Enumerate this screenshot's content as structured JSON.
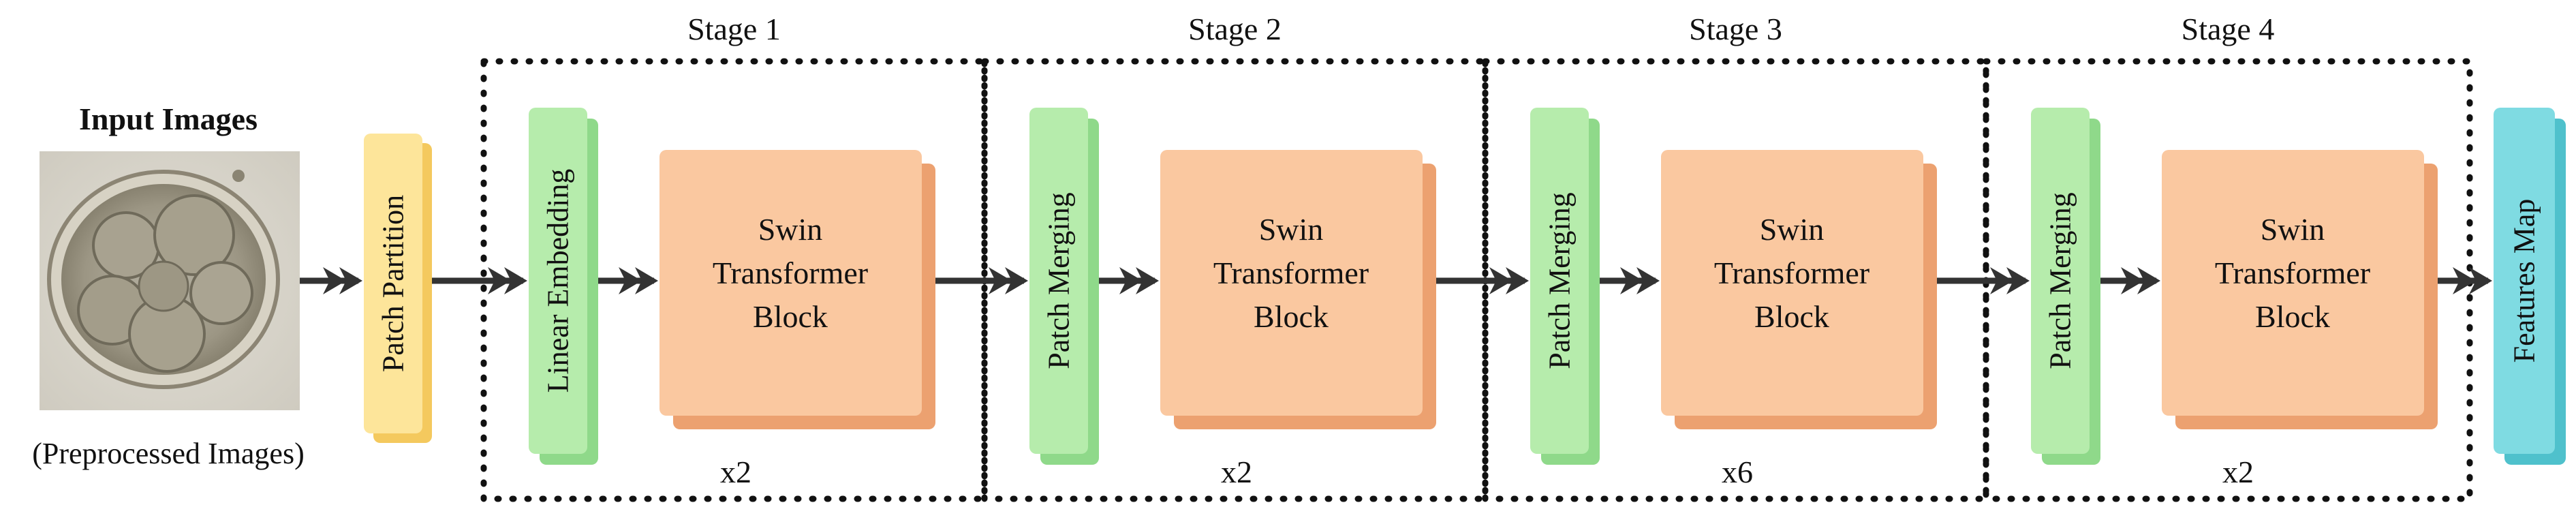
{
  "input": {
    "title": "Input Images",
    "caption": "(Preprocessed Images)",
    "image_icon": "embryo-micrograph"
  },
  "patch_partition": {
    "label": "Patch Partition"
  },
  "stages": [
    {
      "title": "Stage 1",
      "entry_label": "Linear Embedding",
      "block_lines": [
        "Swin",
        "Transformer",
        "Block"
      ],
      "repeat": "x2"
    },
    {
      "title": "Stage 2",
      "entry_label": "Patch Merging",
      "block_lines": [
        "Swin",
        "Transformer",
        "Block"
      ],
      "repeat": "x2"
    },
    {
      "title": "Stage 3",
      "entry_label": "Patch Merging",
      "block_lines": [
        "Swin",
        "Transformer",
        "Block"
      ],
      "repeat": "x6"
    },
    {
      "title": "Stage 4",
      "entry_label": "Patch Merging",
      "block_lines": [
        "Swin",
        "Transformer",
        "Block"
      ],
      "repeat": "x2"
    }
  ],
  "output": {
    "label": "Features Map"
  },
  "colors": {
    "patch_partition": "#fde59a",
    "patch_partition_shadow": "#f4c95e",
    "embed_merge": "#b6ecac",
    "embed_merge_shadow": "#8fd98a",
    "swin_block": "#fac8a0",
    "swin_block_shadow": "#eca170",
    "features_map": "#7fdbe2",
    "features_map_shadow": "#4fc1cc",
    "arrow": "#333333",
    "stage_border": "#111111"
  },
  "icons": {
    "arrow": "double-chevron-arrow-icon"
  }
}
